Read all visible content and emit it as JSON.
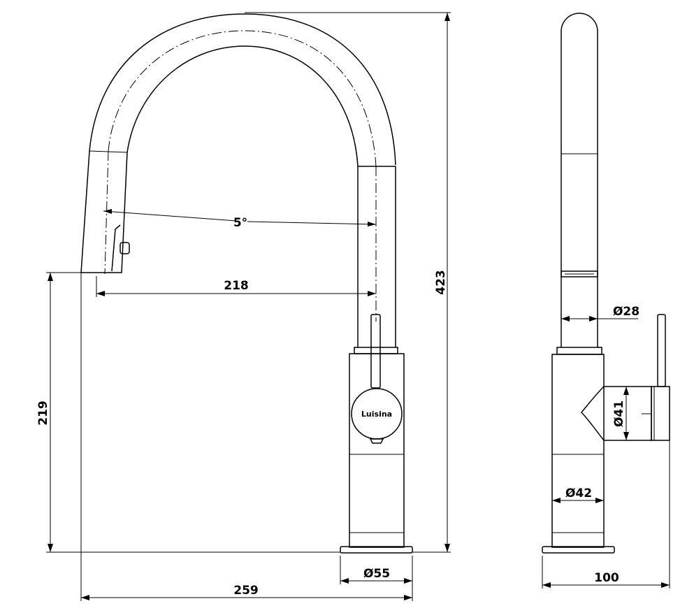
{
  "dimensions": {
    "height_total": "423",
    "height_spout": "219",
    "reach": "218",
    "spray_angle": "5°",
    "width_total": "259",
    "base_diameter": "Ø55",
    "side_spout_diameter": "Ø28",
    "side_handle_diameter": "Ø41",
    "side_body_diameter": "Ø42",
    "side_depth": "100"
  },
  "brand": {
    "logo_text": "Luisina"
  }
}
